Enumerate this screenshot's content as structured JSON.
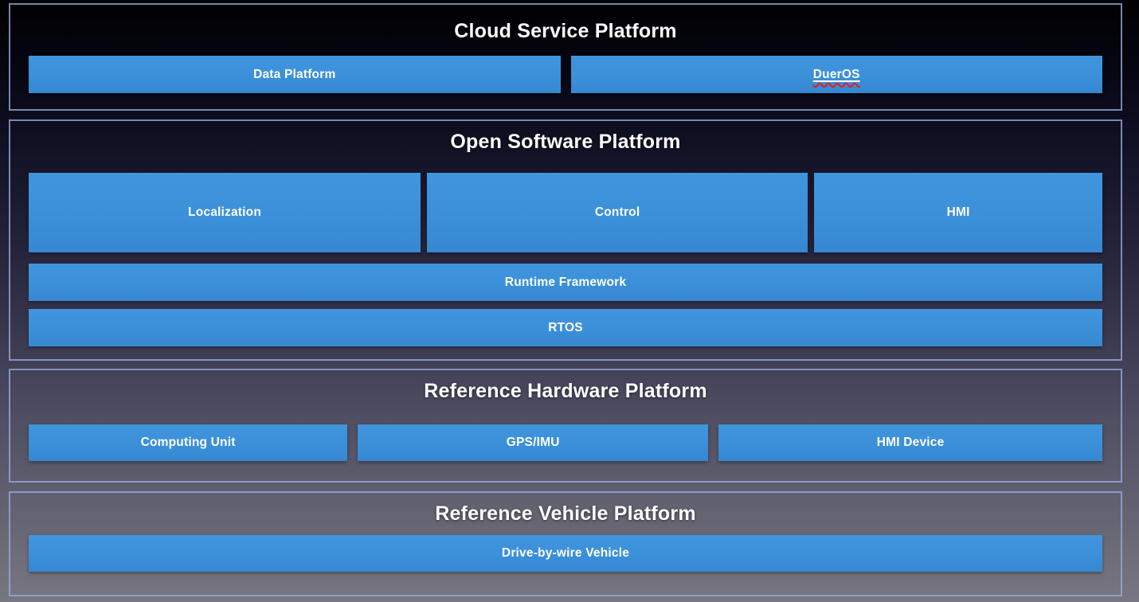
{
  "colors": {
    "box_blue": "#3b90d9",
    "section_border": "#96acdc",
    "title_text": "#ffffff",
    "box_text": "#ffffff",
    "spellcheck_underline": "#e81c1c",
    "background_top": "#010102",
    "background_bottom": "#777681"
  },
  "sections": [
    {
      "title": "Cloud Service Platform",
      "boxes": [
        {
          "label": "Data Platform"
        },
        {
          "label": "DuerOS",
          "spellcheck": true
        }
      ]
    },
    {
      "title": "Open Software Platform",
      "boxes": [
        {
          "label": "Localization"
        },
        {
          "label": "Control"
        },
        {
          "label": "HMI"
        }
      ],
      "bars": [
        {
          "label": "Runtime Framework"
        },
        {
          "label": "RTOS"
        }
      ]
    },
    {
      "title": "Reference Hardware Platform",
      "boxes": [
        {
          "label": "Computing Unit"
        },
        {
          "label": "GPS/IMU"
        },
        {
          "label": "HMI Device"
        }
      ]
    },
    {
      "title": "Reference Vehicle Platform",
      "boxes": [
        {
          "label": "Drive-by-wire Vehicle"
        }
      ]
    }
  ]
}
